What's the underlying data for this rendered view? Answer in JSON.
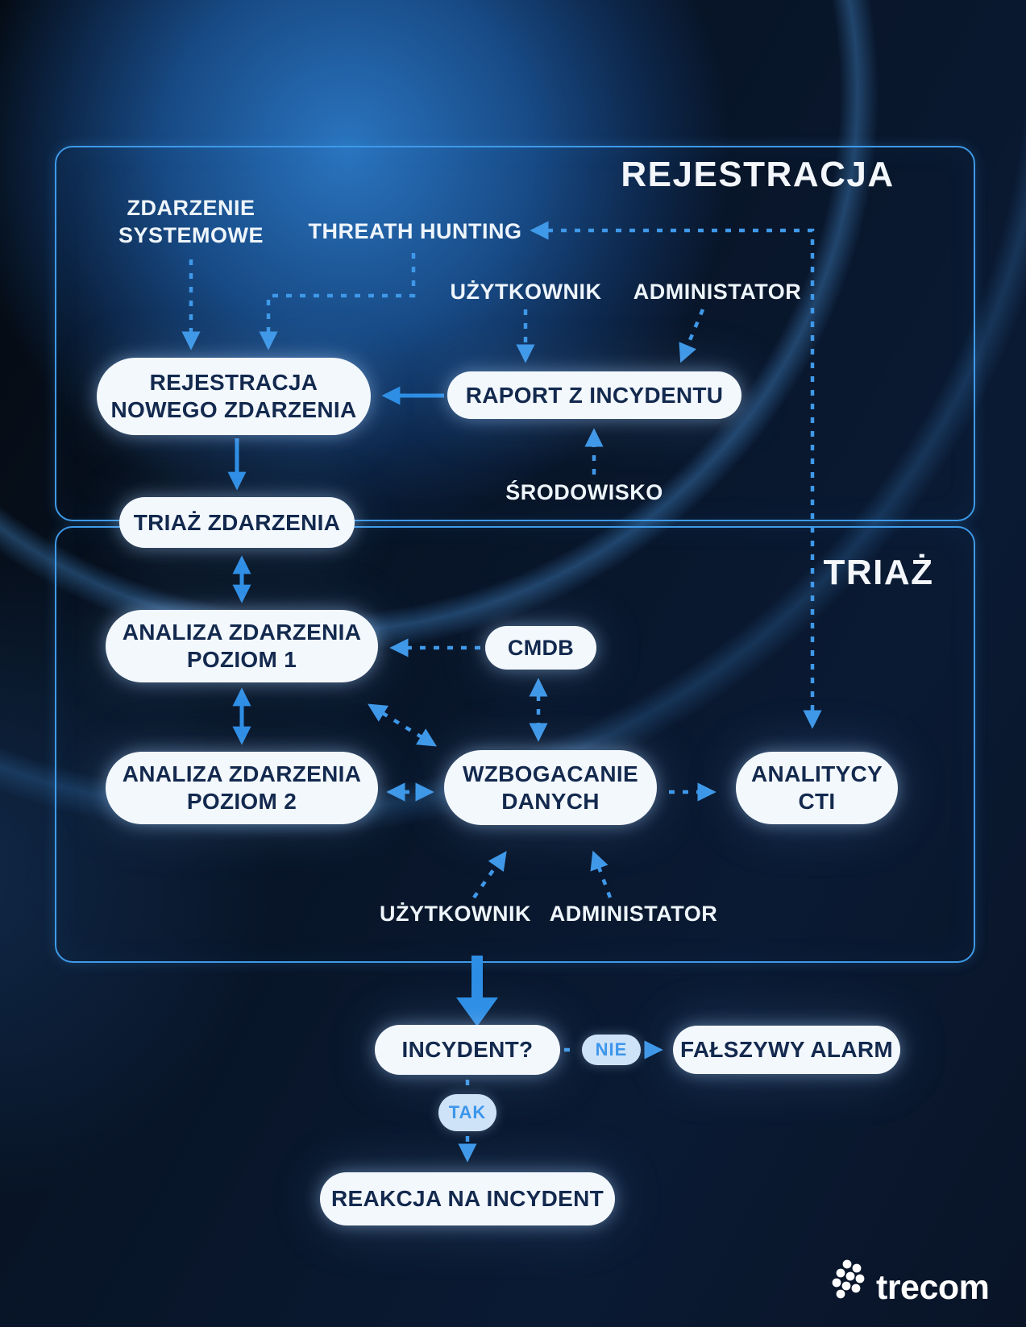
{
  "sections": {
    "rejestracja": {
      "title": "REJESTRACJA"
    },
    "triaz": {
      "title": "TRIAŻ"
    }
  },
  "labels": {
    "zdarzenie_systemowe": "ZDARZENIE\nSYSTEMOWE",
    "threath_hunting": "THREATH HUNTING",
    "uzytkownik_top": "UŻYTKOWNIK",
    "administator_top": "ADMINISTATOR",
    "srodowisko": "ŚRODOWISKO",
    "uzytkownik_bottom": "UŻYTKOWNIK",
    "administator_bottom": "ADMINISTATOR"
  },
  "nodes": {
    "rejestracja_nowego_zdarzenia": "REJESTRACJA\nNOWEGO ZDARZENIA",
    "raport_z_incydentu": "RAPORT Z INCYDENTU",
    "triaz_zdarzenia": "TRIAŻ ZDARZENIA",
    "analiza_poziom1": "ANALIZA ZDARZENIA\nPOZIOM 1",
    "cmdb": "CMDB",
    "analiza_poziom2": "ANALIZA ZDARZENIA\nPOZIOM 2",
    "wzbogacanie_danych": "WZBOGACANIE\nDANYCH",
    "analitycy_cti": "ANALITYCY\nCTI",
    "incydent": "INCYDENT?",
    "falszywy_alarm": "FAŁSZYWY ALARM",
    "reakcja_na_incydent": "REAKCJA NA INCYDENT"
  },
  "badges": {
    "nie": "NIE",
    "tak": "TAK"
  },
  "brand": {
    "name": "trecom"
  },
  "colors": {
    "background": "#081426",
    "box_border": "#3e9ae9",
    "node_bg": "#f3f8fd",
    "node_text": "#13294e",
    "solid_arrow": "#2d8ee5",
    "dashed_arrow": "#3f98e8",
    "badge_bg": "#cfe3f8",
    "badge_text": "#3c96ea",
    "label_text": "#eef5fb"
  }
}
